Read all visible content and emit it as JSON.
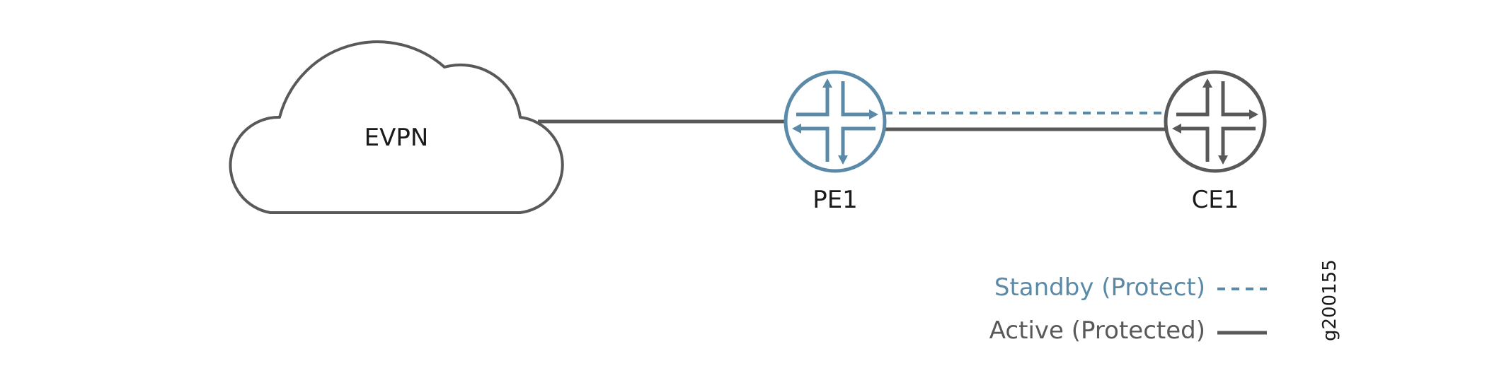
{
  "diagram": {
    "cloud": {
      "label": "EVPN"
    },
    "nodes": [
      {
        "id": "pe1",
        "label": "PE1"
      },
      {
        "id": "ce1",
        "label": "CE1"
      }
    ],
    "legend": {
      "standby": "Standby (Protect)",
      "active": "Active (Protected)"
    },
    "figure_id": "g200155"
  },
  "colors": {
    "dark": "#595959",
    "blue": "#5a8aa8",
    "text": "#1a1a1a"
  }
}
